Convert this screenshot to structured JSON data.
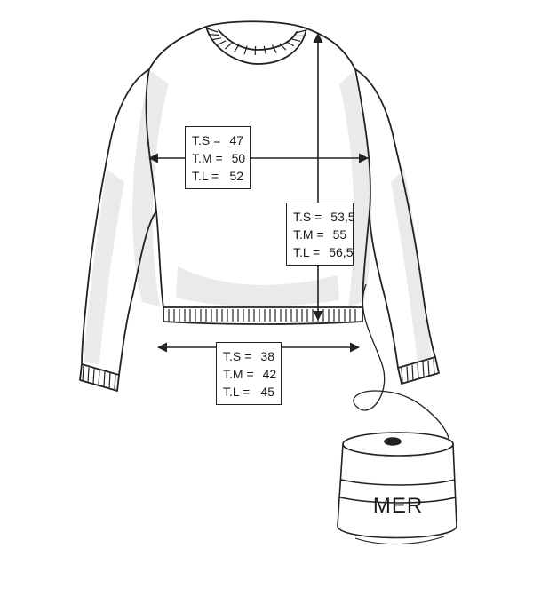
{
  "measurements": {
    "chest_width": [
      {
        "size": "T.S =",
        "value": "47"
      },
      {
        "size": "T.M =",
        "value": "50"
      },
      {
        "size": "T.L =",
        "value": "52"
      }
    ],
    "body_length": [
      {
        "size": "T.S =",
        "value": "53,5"
      },
      {
        "size": "T.M =",
        "value": "55"
      },
      {
        "size": "T.L =",
        "value": "56,5"
      }
    ],
    "hem_width": [
      {
        "size": "T.S =",
        "value": "38"
      },
      {
        "size": "T.M =",
        "value": "42"
      },
      {
        "size": "T.L =",
        "value": "45"
      }
    ]
  },
  "spool": {
    "label": "MER"
  },
  "colors": {
    "ink": "#222222",
    "shade": "#d6d6d6",
    "paper": "#ffffff"
  }
}
